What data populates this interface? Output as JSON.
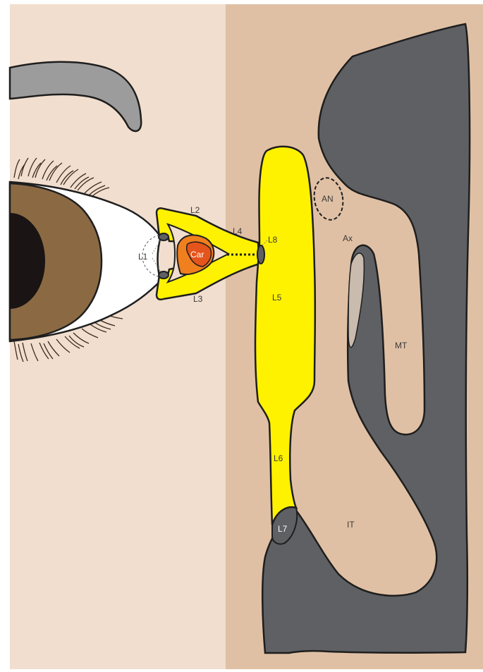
{
  "colors": {
    "skin_light": "#f1dece",
    "skin_dark": "#e0c0a4",
    "bone": "#5f6063",
    "lacrimal_yellow": "#fff200",
    "caruncle_orange": "#f07f1e",
    "caruncle_red": "#e5541b",
    "iris_brown": "#8b6a43",
    "brow_gray": "#9c9c9c",
    "outline": "#1e1e1e"
  },
  "labels": {
    "l1": "L1",
    "l2": "L2",
    "l3": "L3",
    "l4": "L4",
    "l5": "L5",
    "l6": "L6",
    "l7": "L7",
    "l8": "L8",
    "car": "Car",
    "an": "AN",
    "ax": "Ax",
    "mt": "MT",
    "it": "IT"
  },
  "icons": {
    "eyebrow": "eyebrow-icon",
    "eye": "eye-icon"
  }
}
